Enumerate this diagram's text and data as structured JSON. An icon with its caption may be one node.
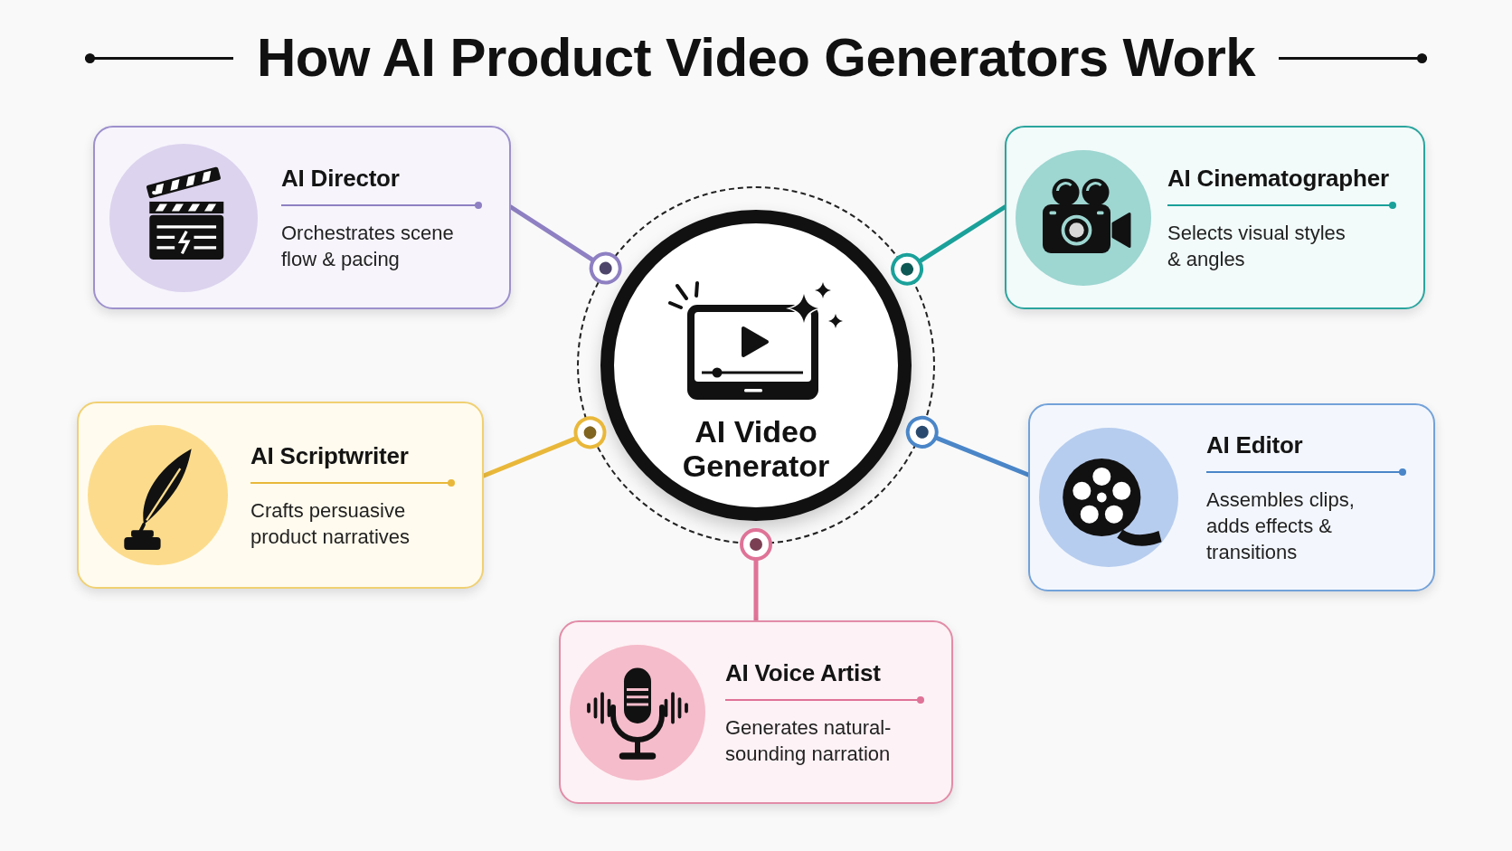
{
  "diagram": {
    "title": "How AI Product Video Generators Work",
    "nodes": [
      {
        "text": [
          "AI Director",
          "Orchestrates scene flow & pacing"
        ]
      },
      {
        "text": [
          "AI Cinematographer",
          "Selects visual styles & angles"
        ]
      },
      {
        "text": [
          "AI Video Generator"
        ]
      },
      {
        "text": [
          "AI Scriptwriter",
          "Crafts persuasive product narratives"
        ]
      },
      {
        "text": [
          "AI Editor",
          "Assembles clips, adds effects & transitions"
        ]
      },
      {
        "text": [
          "AI Voice Artist",
          "Generates natural-sounding narration"
        ]
      }
    ],
    "edges": [
      {
        "from": 2,
        "to": 0,
        "arrow": "other",
        "color": "#8e80c2"
      },
      {
        "from": 2,
        "to": 1,
        "arrow": "other",
        "color": "#1aa19a"
      },
      {
        "from": 2,
        "to": 3,
        "arrow": "other",
        "color": "#e9b83a"
      },
      {
        "from": 2,
        "to": 4,
        "arrow": "other",
        "color": "#4a86c8"
      },
      {
        "from": 2,
        "to": 5,
        "arrow": "other",
        "color": "#df7397"
      }
    ]
  }
}
